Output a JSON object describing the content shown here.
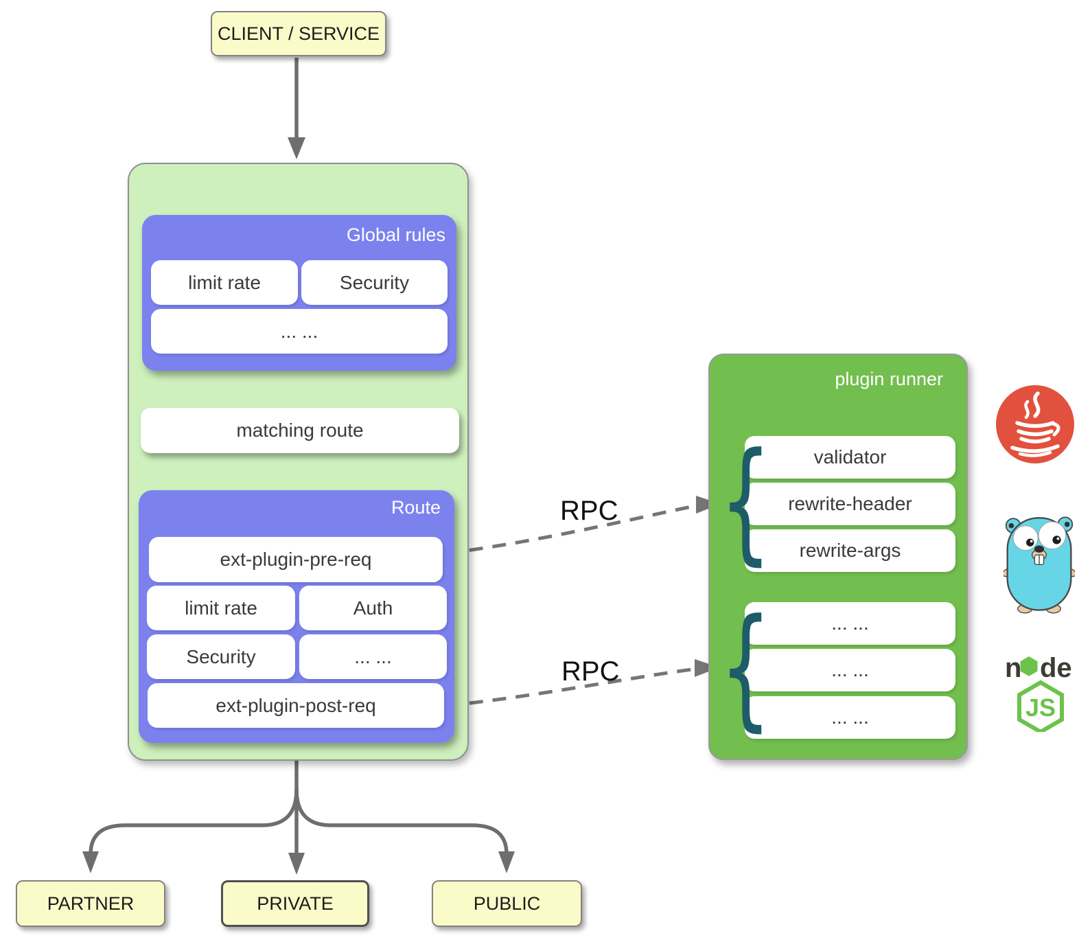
{
  "client_box": {
    "label": "CLIENT / SERVICE"
  },
  "gateway": {
    "global_rules": {
      "title": "Global rules",
      "items": [
        "limit rate",
        "Security",
        "... ..."
      ]
    },
    "matching_route": {
      "label": "matching route"
    },
    "route": {
      "title": "Route",
      "pre_req": "ext-plugin-pre-req",
      "grid": [
        "limit rate",
        "Auth",
        "Security",
        "... ..."
      ],
      "post_req": "ext-plugin-post-req"
    }
  },
  "rpc": {
    "top_label": "RPC",
    "bottom_label": "RPC"
  },
  "plugin_runner": {
    "title": "plugin runner",
    "plugins": [
      "validator",
      "rewrite-header",
      "rewrite-args"
    ],
    "placeholders": [
      "... ...",
      "... ...",
      "... ..."
    ]
  },
  "braces": {
    "glyph": "{"
  },
  "runtime_icons": [
    "java-icon",
    "go-gopher-icon",
    "nodejs-icon"
  ],
  "node_logo": {
    "prefix": "n",
    "suffix": "de",
    "js": "JS"
  },
  "targets": [
    {
      "label": "PARTNER"
    },
    {
      "label": "PRIVATE"
    },
    {
      "label": "PUBLIC"
    }
  ],
  "colors": {
    "panel_green": "#cdf0bd",
    "purple": "#7b82ee",
    "runner_green": "#72be4e",
    "yellow": "#fbfbc9",
    "brace_teal": "#1d5c68",
    "connector_gray": "#6e6e6e",
    "java_red": "#e2513d",
    "gopher_blue": "#66d6e6",
    "node_green": "#6cc24a"
  }
}
